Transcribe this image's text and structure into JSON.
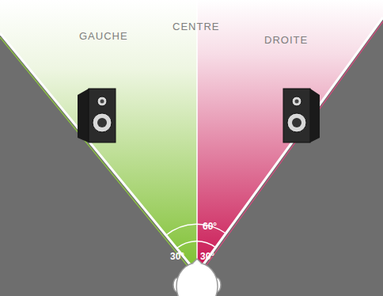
{
  "diagram": {
    "labels": [
      "GAUCHE",
      "CENTRE",
      "DROITE",
      "60°",
      "30°",
      "30°"
    ]
  }
}
